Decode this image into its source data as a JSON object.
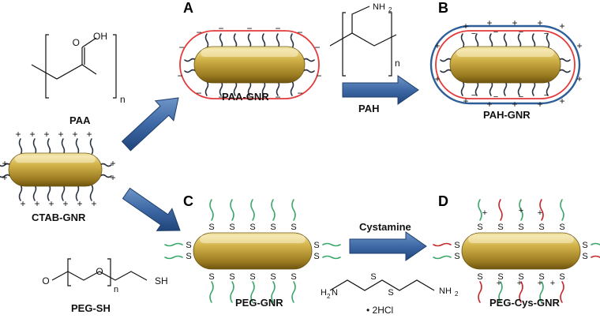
{
  "panels": {
    "a": "A",
    "b": "B",
    "c": "C",
    "d": "D"
  },
  "labels": {
    "paa_gnr": "PAA-GNR",
    "pah_gnr": "PAH-GNR",
    "ctab_gnr": "CTAB-GNR",
    "peg_gnr": "PEG-GNR",
    "peg_cys_gnr": "PEG-Cys-GNR"
  },
  "reagents": {
    "paa": "PAA",
    "pah": "PAH",
    "peg_sh": "PEG-SH",
    "cystamine": "Cystamine",
    "hcl": "• 2HCl"
  },
  "chem_text": {
    "o": "O",
    "oh": "OH",
    "n": "n",
    "nh2": "NH",
    "sub2": "2",
    "h2n": "H",
    "n_letter": "N",
    "s": "S",
    "sh": "SH"
  },
  "charges": {
    "plus": "+",
    "minus": "−"
  },
  "colors": {
    "rod_light": "#f2e4a0",
    "rod_mid": "#c9a83c",
    "rod_dark": "#7a5f12",
    "arrow_light": "#5a82b8",
    "arrow_dark": "#24487c",
    "paa_shell": "#e33a3a",
    "pah_shell": "#2e5e98",
    "ctab_tail": "#2b3342",
    "peg_chain": "#3aa86a",
    "cys_chain": "#c8262a"
  }
}
